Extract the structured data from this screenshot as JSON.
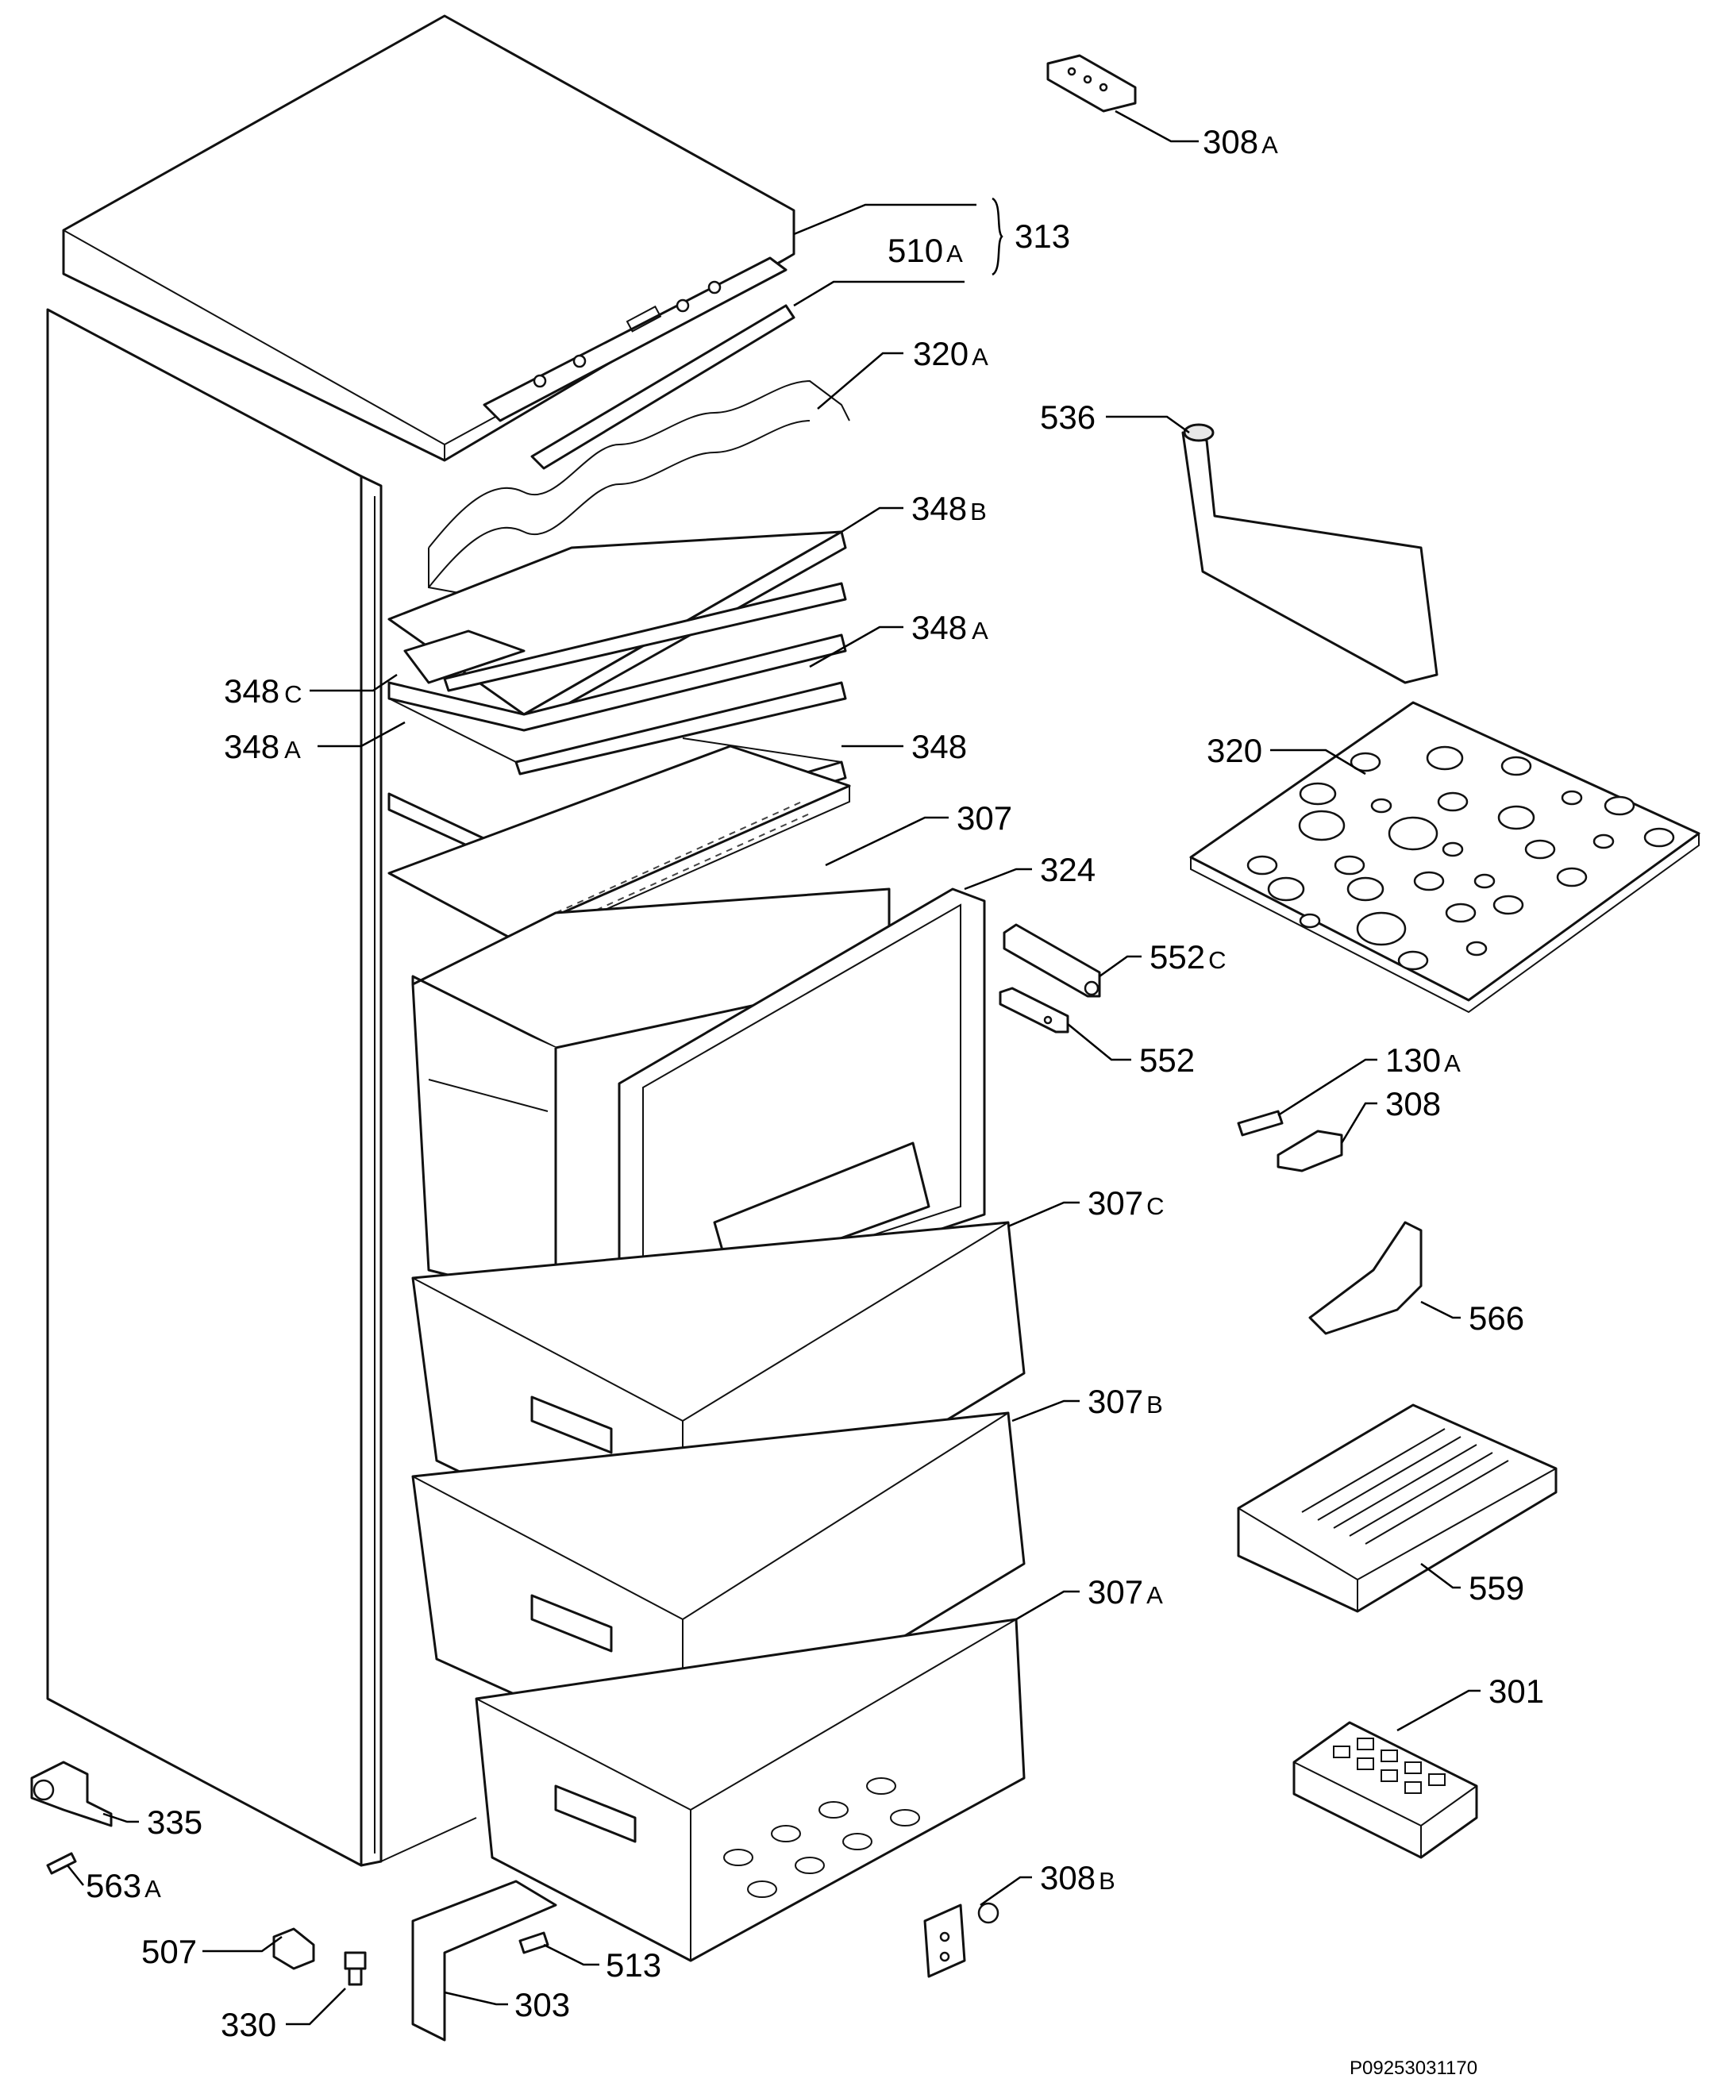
{
  "callouts": {
    "c308A": {
      "num": "308",
      "suffix": "A"
    },
    "c313": {
      "num": "313",
      "suffix": ""
    },
    "c510A": {
      "num": "510",
      "suffix": "A"
    },
    "c320A": {
      "num": "320",
      "suffix": "A"
    },
    "c536": {
      "num": "536",
      "suffix": ""
    },
    "c348B": {
      "num": "348",
      "suffix": "B"
    },
    "c348A_r": {
      "num": "348",
      "suffix": "A"
    },
    "c348C": {
      "num": "348",
      "suffix": "C"
    },
    "c348A_l": {
      "num": "348",
      "suffix": "A"
    },
    "c348": {
      "num": "348",
      "suffix": ""
    },
    "c320": {
      "num": "320",
      "suffix": ""
    },
    "c307": {
      "num": "307",
      "suffix": ""
    },
    "c324": {
      "num": "324",
      "suffix": ""
    },
    "c552C": {
      "num": "552",
      "suffix": "C"
    },
    "c552": {
      "num": "552",
      "suffix": ""
    },
    "c130A": {
      "num": "130",
      "suffix": "A"
    },
    "c308": {
      "num": "308",
      "suffix": ""
    },
    "c307C": {
      "num": "307",
      "suffix": "C"
    },
    "c566": {
      "num": "566",
      "suffix": ""
    },
    "c307B": {
      "num": "307",
      "suffix": "B"
    },
    "c307A": {
      "num": "307",
      "suffix": "A"
    },
    "c559": {
      "num": "559",
      "suffix": ""
    },
    "c301": {
      "num": "301",
      "suffix": ""
    },
    "c335": {
      "num": "335",
      "suffix": ""
    },
    "c563A": {
      "num": "563",
      "suffix": "A"
    },
    "c308B": {
      "num": "308",
      "suffix": "B"
    },
    "c507": {
      "num": "507",
      "suffix": ""
    },
    "c513": {
      "num": "513",
      "suffix": ""
    },
    "c330": {
      "num": "330",
      "suffix": ""
    },
    "c303": {
      "num": "303",
      "suffix": ""
    }
  },
  "reference_code": "P09253031170"
}
